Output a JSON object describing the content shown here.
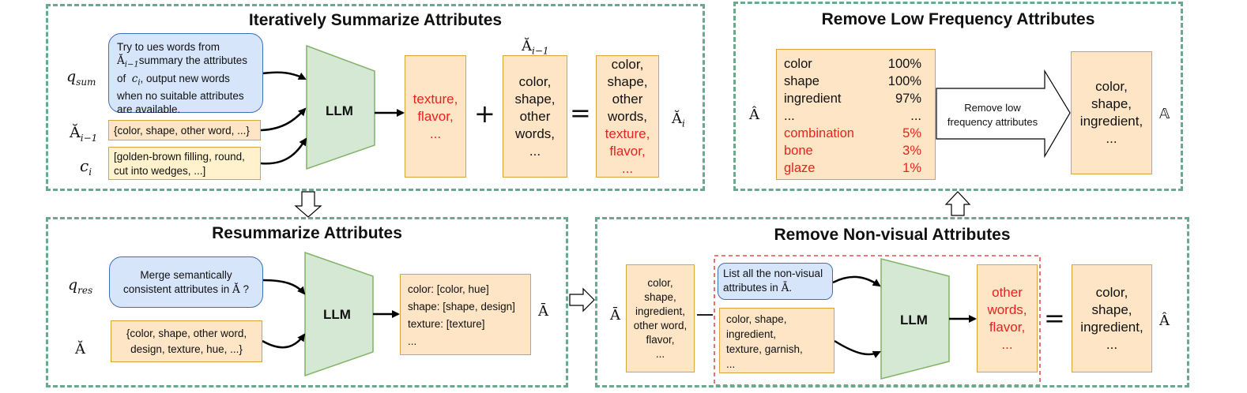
{
  "panel1": {
    "title": "Iteratively Summarize Attributes",
    "prompt_lines": [
      "Try to ues words from",
      "summary the attributes",
      "of",
      ", output new words",
      "when no suitable attributes",
      "are available."
    ],
    "prompt_math_A": "Ă",
    "prompt_math_sub": "i−1",
    "prompt_math_c": "c",
    "prompt_math_ci_sub": "i",
    "label_qsum": "q",
    "label_qsum_sub": "sum",
    "label_A_prev": "Ă",
    "label_A_prev_sub": "i−1",
    "label_ci": "c",
    "label_ci_sub": "i",
    "box_prev": "{color, shape, other word, ...}",
    "box_ci_lines": [
      "[golden-brown filling, round,",
      "cut into wedges, ...]"
    ],
    "llm": "LLM",
    "out_lines": [
      "texture,",
      "flavor,",
      "..."
    ],
    "plus": "+",
    "prev_top_label": "Ă",
    "prev_top_sub": "i−1",
    "prev_lines": [
      "color,",
      "shape,",
      "other",
      "words,",
      "..."
    ],
    "equals": "=",
    "result_black": [
      "color,",
      "shape,",
      "other",
      "words,"
    ],
    "result_red": [
      "texture,",
      "flavor,",
      "..."
    ],
    "result_label": "Ă",
    "result_sub": "i"
  },
  "panel2": {
    "title": "Remove Low Frequency Attributes",
    "left_label": "Â",
    "rows": [
      {
        "name": "color",
        "pct": "100%",
        "red": false
      },
      {
        "name": "shape",
        "pct": "100%",
        "red": false
      },
      {
        "name": "ingredient",
        "pct": "97%",
        "red": false
      },
      {
        "name": "...",
        "pct": "...",
        "red": false
      },
      {
        "name": "combination",
        "pct": "5%",
        "red": true
      },
      {
        "name": "bone",
        "pct": "3%",
        "red": true
      },
      {
        "name": "glaze",
        "pct": "1%",
        "red": true
      }
    ],
    "arrow_lines": [
      "Remove low",
      "frequency attributes"
    ],
    "out_lines": [
      "color,",
      "shape,",
      "ingredient,",
      "..."
    ],
    "right_label": "𝔸"
  },
  "panel3": {
    "title": "Resummarize Attributes",
    "label_qres": "q",
    "label_qres_sub": "res",
    "prompt_lines": [
      "Merge semantically",
      "consistent attributes in"
    ],
    "prompt_math": "Ă",
    "prompt_end": "?",
    "input_label": "Ă",
    "input_lines": [
      "{color, shape, other word,",
      "design, texture, hue, ...}"
    ],
    "llm": "LLM",
    "out_lines": [
      "color: [color, hue]",
      "shape: [shape, design]",
      "texture: [texture]",
      "..."
    ],
    "out_label": "Ā"
  },
  "panel4": {
    "title": "Remove Non-visual Attributes",
    "in_label": "Ā",
    "in_lines": [
      "color,",
      "shape,",
      "ingredient,",
      "other word,",
      "flavor,",
      "..."
    ],
    "minus": "−",
    "prompt_lines": [
      "List all the non-visual",
      "attributes in"
    ],
    "prompt_math": "Ā",
    "prompt_end": ".",
    "sub_lines": [
      "color, shape,",
      "ingredient,",
      "texture, garnish,",
      "..."
    ],
    "llm": "LLM",
    "out_lines": [
      "other",
      "words,",
      "flavor,",
      "..."
    ],
    "equals": "=",
    "result_lines": [
      "color,",
      "shape,",
      "ingredient,",
      "..."
    ],
    "result_label": "Â"
  },
  "colors": {
    "panel_border": "#6aa88f",
    "llm_fill": "#d5e8d4",
    "llm_stroke": "#82b366",
    "box_fill": "#fde5c6",
    "box_stroke": "#d9a33d",
    "blue_fill": "#d6e5fa",
    "blue_stroke": "#3f6fb6",
    "red_text": "#e8221c",
    "red_dash": "#e05050"
  }
}
